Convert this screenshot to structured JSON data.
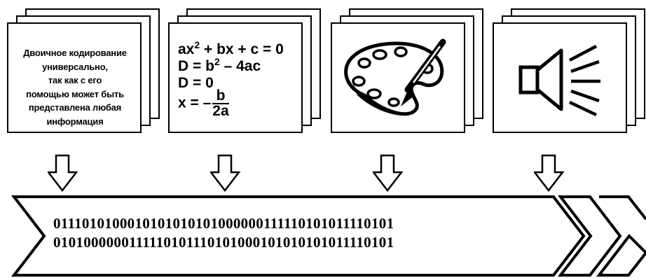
{
  "cards": {
    "text": {
      "lines": [
        "Двоичное кодирование",
        "универсально,",
        "так как с его",
        "помощью может быть",
        "представлена любая",
        "информация"
      ]
    },
    "math": {
      "line1_main": "ax",
      "line1_sup": "2",
      "line1_rest": " + bx + c = 0",
      "line2_main": "D = b",
      "line2_sup": "2",
      "line2_rest": " – 4ac",
      "line3": "D = 0",
      "line4_prefix": "x = –",
      "frac_num": "b",
      "frac_den": "2a"
    },
    "graphics": {
      "icon": "palette-brush-icon"
    },
    "sound": {
      "icon": "speaker-icon"
    }
  },
  "binary": {
    "row1": "0111010100010101010101000000111110101011110101",
    "row2": "0101000000111110101110101000101010101011110101"
  },
  "colors": {
    "ink": "#000000",
    "paper": "#ffffff"
  }
}
